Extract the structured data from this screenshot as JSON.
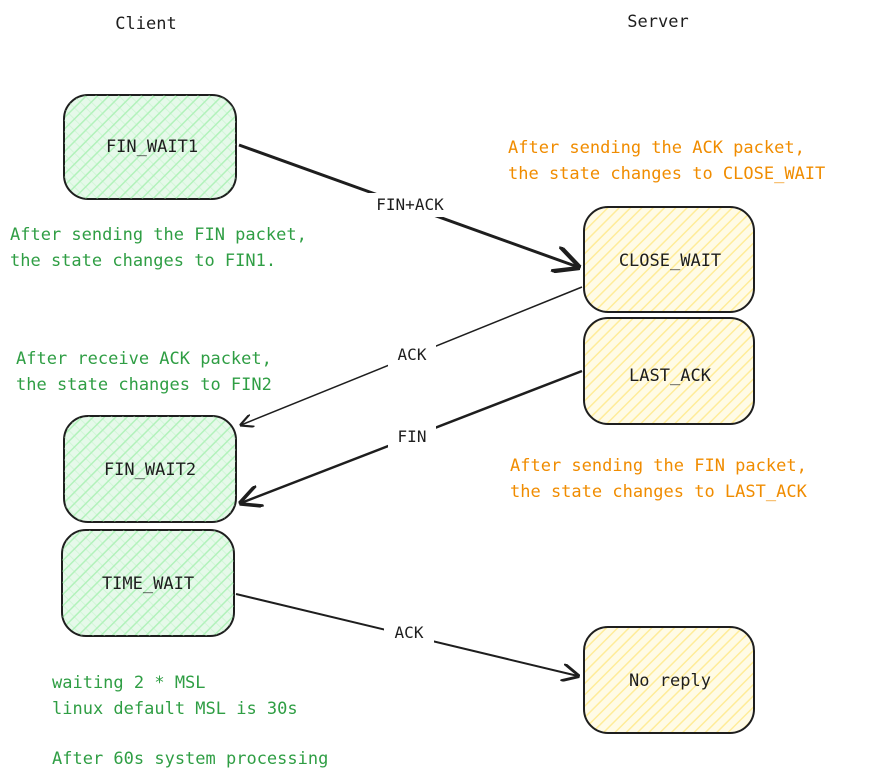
{
  "headers": {
    "client": "Client",
    "server": "Server"
  },
  "states": {
    "fin_wait1": "FIN_WAIT1",
    "fin_wait2": "FIN_WAIT2",
    "time_wait": "TIME_WAIT",
    "close_wait": "CLOSE_WAIT",
    "last_ack": "LAST_ACK",
    "no_reply": "No reply"
  },
  "edges": {
    "fin_ack": "FIN+ACK",
    "ack1": "ACK",
    "fin": "FIN",
    "ack2": "ACK"
  },
  "notes": {
    "fin1": [
      "After sending the FIN packet,",
      "the state changes to FIN1."
    ],
    "fin2": [
      "After receive ACK packet,",
      "the state changes to FIN2"
    ],
    "time_wait": [
      "waiting 2 * MSL",
      "linux default MSL is 30s",
      "",
      "After 60s system processing"
    ],
    "close_wait": [
      "After sending the ACK packet,",
      "the state changes to CLOSE_WAIT"
    ],
    "last_ack": [
      "After sending the FIN packet,",
      "the state changes to LAST_ACK"
    ]
  },
  "colors": {
    "client_fill": "#b2f2bb",
    "server_fill": "#ffec99",
    "client_note": "#2f9e44",
    "server_note": "#f08c00",
    "stroke": "#1e1e1e"
  }
}
